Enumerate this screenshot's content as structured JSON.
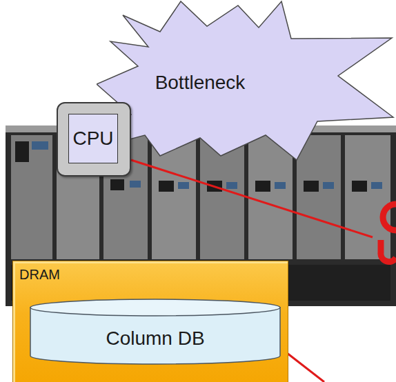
{
  "diagram": {
    "nodes": [
      {
        "text": [
          "Bottleneck"
        ]
      },
      {
        "text": [
          "CPU"
        ]
      },
      {
        "text": [
          "DRAM"
        ]
      },
      {
        "text": [
          "Column DB"
        ],
        "in": 2
      }
    ]
  }
}
